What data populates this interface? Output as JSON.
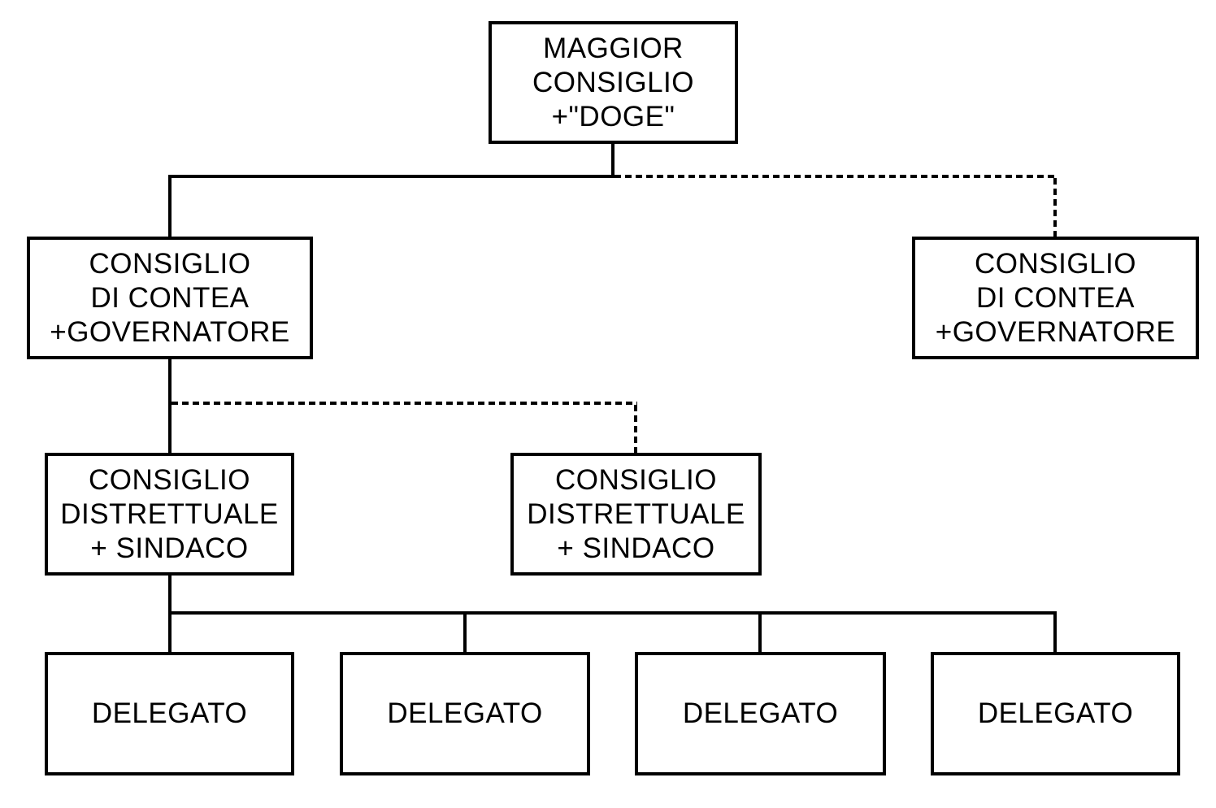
{
  "diagram": {
    "root": {
      "label": "MAGGIOR\nCONSIGLIO\n+\"DOGE\""
    },
    "county_councils": [
      {
        "label": "CONSIGLIO\nDI CONTEA\n+GOVERNATORE"
      },
      {
        "label": "CONSIGLIO\nDI CONTEA\n+GOVERNATORE"
      }
    ],
    "district_councils": [
      {
        "label": "CONSIGLIO\nDISTRETTUALE\n+ SINDACO"
      },
      {
        "label": "CONSIGLIO\nDISTRETTUALE\n+ SINDACO"
      }
    ],
    "delegates": [
      {
        "label": "DELEGATO"
      },
      {
        "label": "DELEGATO"
      },
      {
        "label": "DELEGATO"
      },
      {
        "label": "DELEGATO"
      }
    ],
    "connections": [
      {
        "from": "root",
        "to": "county_councils.0",
        "style": "solid"
      },
      {
        "from": "root",
        "to": "county_councils.1",
        "style": "dashed"
      },
      {
        "from": "county_councils.0",
        "to": "district_councils.0",
        "style": "solid"
      },
      {
        "from": "county_councils.0",
        "to": "district_councils.1",
        "style": "dashed"
      },
      {
        "from": "district_councils.0",
        "to": "delegates.0",
        "style": "solid"
      },
      {
        "from": "district_councils.0",
        "to": "delegates.1",
        "style": "solid"
      },
      {
        "from": "district_councils.0",
        "to": "delegates.2",
        "style": "solid"
      },
      {
        "from": "district_councils.0",
        "to": "delegates.3",
        "style": "solid"
      }
    ],
    "colors": {
      "line": "#000000",
      "box_border": "#000000",
      "background": "#ffffff",
      "text": "#000000"
    }
  }
}
